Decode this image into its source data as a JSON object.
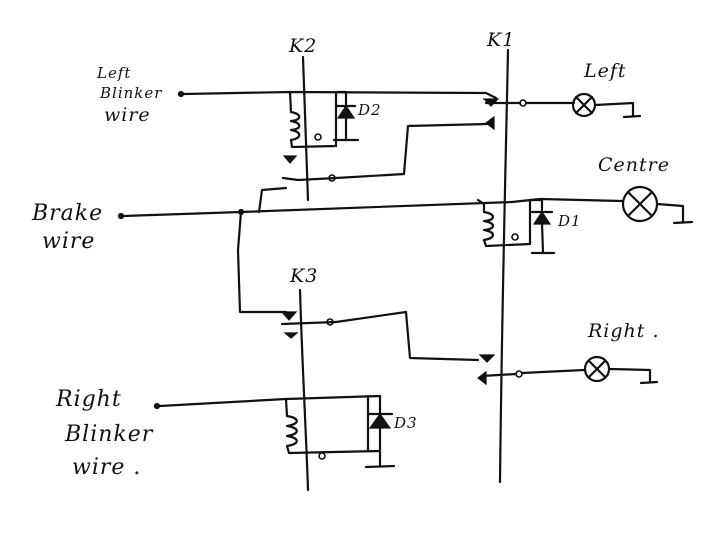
{
  "relays": {
    "k1": "K1",
    "k2": "K2",
    "k3": "K3"
  },
  "diodes": {
    "d1": "D1",
    "d2": "D2",
    "d3": "D3"
  },
  "inputs": {
    "left_blinker": [
      "Left",
      "Blinker",
      "wire"
    ],
    "brake": [
      "Brake",
      "wire"
    ],
    "right_blinker": [
      "Right",
      "Blinker",
      "wire ."
    ]
  },
  "lamps": {
    "left": "Left",
    "centre": "Centre",
    "right": "Right ."
  },
  "colors": {
    "ink": "#111111",
    "paper": "#ffffff"
  }
}
